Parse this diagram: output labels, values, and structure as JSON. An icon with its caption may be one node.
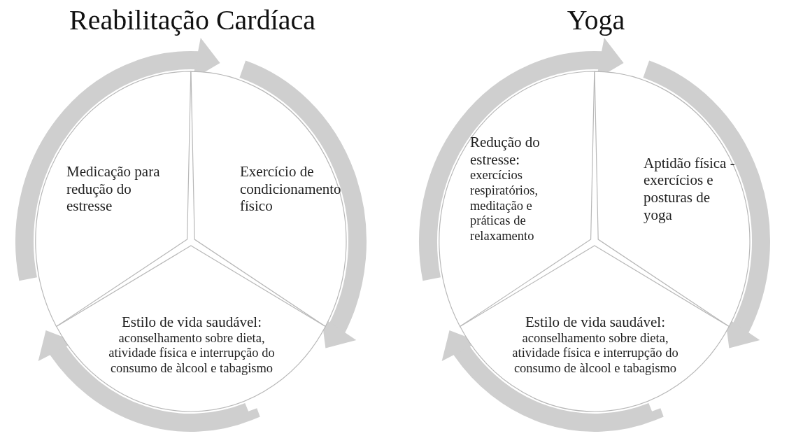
{
  "diagram": {
    "nodes": [
      {
        "text": [
          "Reabilitação Cardíaca"
        ]
      },
      {
        "text": [
          "Medicação para redução do estresse"
        ],
        "in": 0
      },
      {
        "text": [
          "Exercício de condicionamento físico"
        ],
        "in": 0
      },
      {
        "text": [
          "Estilo de vida saudável:",
          "aconselhamento sobre dieta, atividade física e interrupção do consumo de àlcool e tabagismo"
        ],
        "in": 0
      },
      {
        "text": [
          "Yoga"
        ]
      },
      {
        "text": [
          "Redução do estresse:",
          "exercícios respiratórios, meditação e práticas de relaxamento"
        ],
        "in": 4
      },
      {
        "text": [
          "Aptidão física - exercícios e posturas de yoga"
        ],
        "in": 4
      },
      {
        "text": [
          "Estilo de vida saudável:",
          "aconselhamento sobre dieta, atividade física e interrupção do consumo de àlcool e tabagismo"
        ],
        "in": 4
      }
    ],
    "edges": [
      {
        "from": 1,
        "to": 2,
        "arrow": "to"
      },
      {
        "from": 2,
        "to": 3,
        "arrow": "to"
      },
      {
        "from": 3,
        "to": 1,
        "arrow": "to"
      },
      {
        "from": 5,
        "to": 6,
        "arrow": "to"
      },
      {
        "from": 6,
        "to": 7,
        "arrow": "to"
      },
      {
        "from": 7,
        "to": 5,
        "arrow": "to"
      }
    ]
  }
}
